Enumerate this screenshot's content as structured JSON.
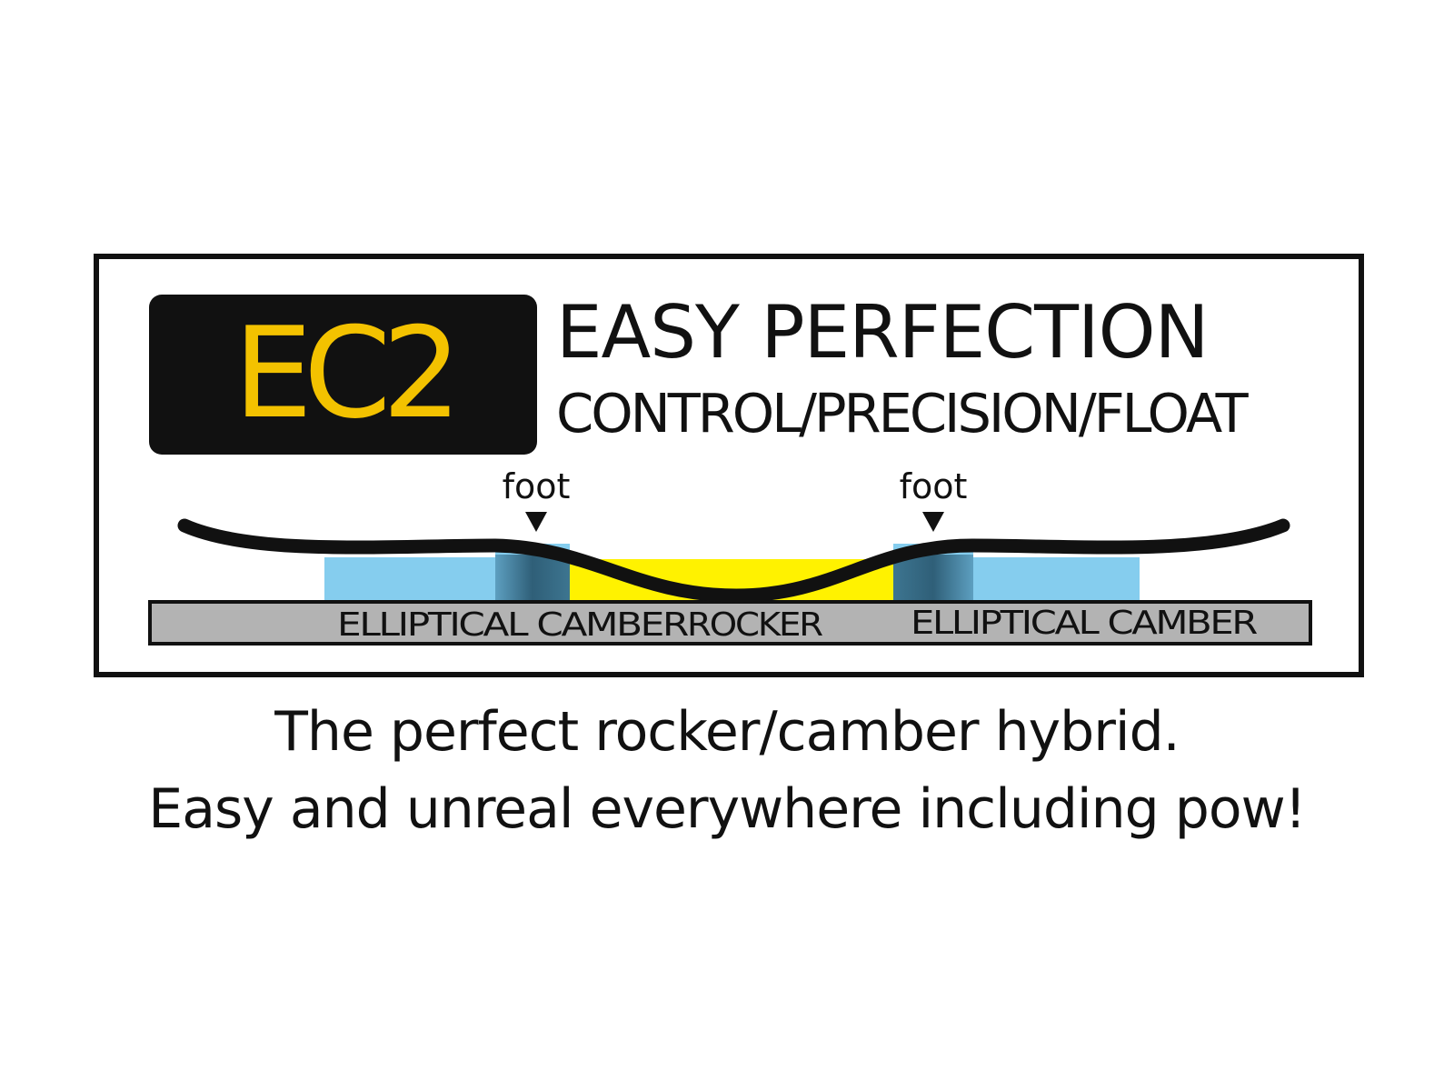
{
  "logo": {
    "text": "EC2",
    "text_color": "#f3c200",
    "badge_color": "#111111"
  },
  "headline": "EASY PERFECTION",
  "subline": "CONTROL/PRECISION/FLOAT",
  "diagram": {
    "foot_labels": [
      "foot",
      "foot"
    ],
    "zone_labels": [
      "ELLIPTICAL CAMBER",
      "ROCKER",
      "ELLIPTICAL CAMBER"
    ],
    "colors": {
      "camber_zone": "#85cdee",
      "camber_zone_dark": "#3d7590",
      "rocker_zone": "#fff200",
      "base_bar": "#b3b3b3",
      "board": "#111111"
    },
    "marker_icon": "down-triangle"
  },
  "caption": {
    "line1": "The perfect rocker/camber hybrid.",
    "line2": "Easy and unreal everywhere including pow!"
  }
}
